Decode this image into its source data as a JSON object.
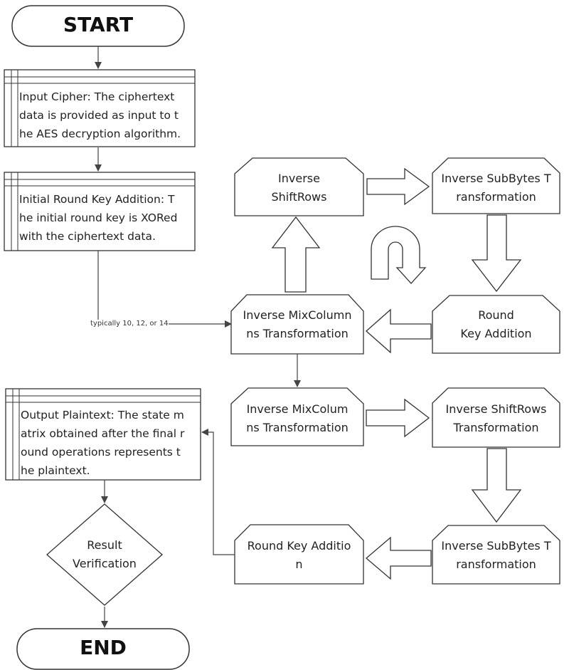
{
  "terminals": {
    "start": "START",
    "end": "END"
  },
  "process_boxes": {
    "input_cipher": "Input Cipher: The ciphertext\ndata is provided as input to t\nhe AES decryption algorithm.",
    "initial_round_key": "Initial Round Key Addition: T\nhe initial round key is XORed\nwith the ciphertext data.",
    "output_plaintext": "Output Plaintext: The state m\natrix obtained after the final r\nound operations represents t\nhe plaintext."
  },
  "loop_boxes": {
    "inverse_shiftrows": "Inverse\nShiftRows",
    "inverse_subbytes": "Inverse SubBytes T\nransformation",
    "round_key_addition": "Round\nKey Addition",
    "inverse_mixcolumns": "Inverse MixColumn\nns Transformation"
  },
  "final_boxes": {
    "inverse_mixcolumns": "Inverse MixColum\nns Transformation",
    "inverse_shiftrows": "Inverse ShiftRows\nTransformation",
    "inverse_subbytes": "Inverse SubBytes T\nransformation",
    "round_key_addition": "Round Key Additio\nn"
  },
  "decision": {
    "result_verification": "Result\nVerification"
  },
  "edge_labels": {
    "rounds": "typically 10, 12, or 14"
  }
}
